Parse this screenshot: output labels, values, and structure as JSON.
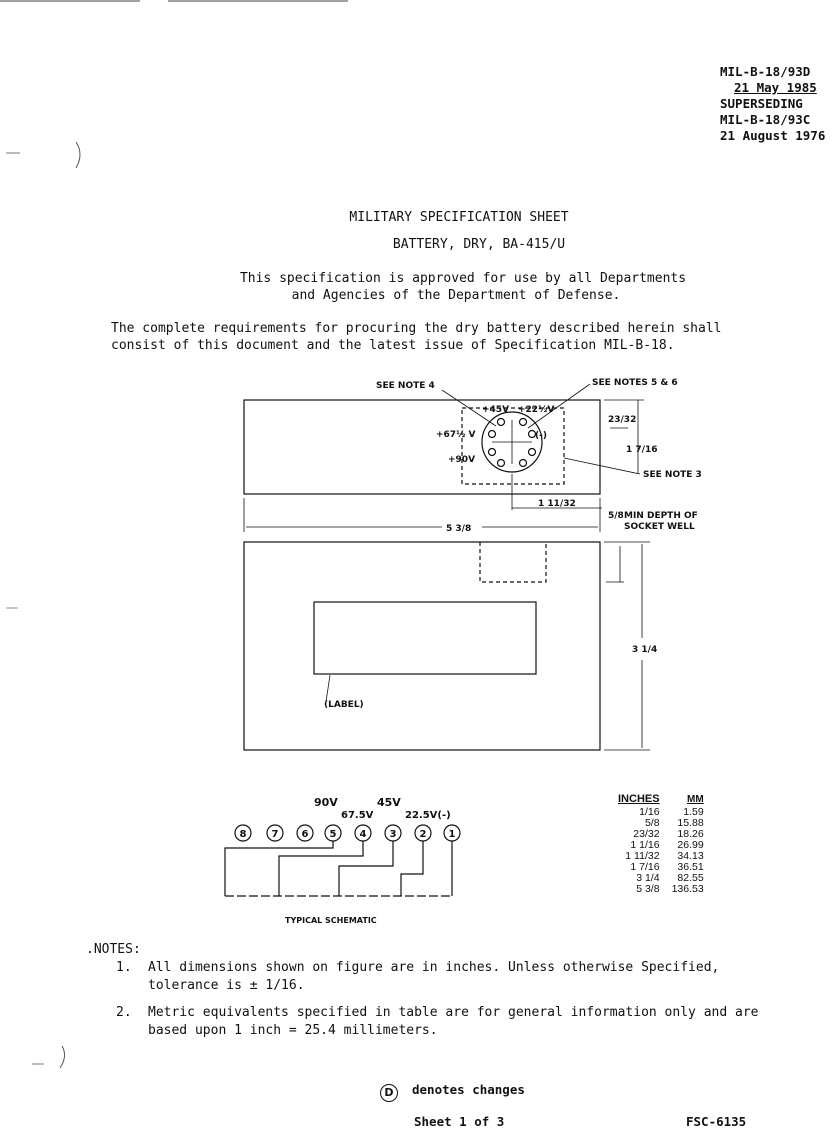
{
  "header": {
    "spec_number": "MIL-B-18/93D",
    "date": "21 May 1985",
    "superseding_label": "SUPERSEDING",
    "superseded_number": "MIL-B-18/93C",
    "superseded_date": "21 August 1976"
  },
  "title": {
    "line1": "MILITARY SPECIFICATION SHEET",
    "line2": "BATTERY, DRY, BA-415/U"
  },
  "approval": {
    "line1": "This specification is approved for use by all Departments",
    "line2": "and Agencies of the Department of Defense."
  },
  "requirements": {
    "line1": "The complete requirements for procuring the dry battery described herein shall",
    "line2": "consist of this document and the latest issue of Specification MIL-B-18."
  },
  "drawing": {
    "see_note_4": "SEE NOTE 4",
    "see_notes_5_6": "SEE NOTES 5 & 6",
    "see_note_3": "SEE NOTE 3",
    "v45": "+45V",
    "v22": "+22½V",
    "vneg": "(-)",
    "v67": "+67½ V",
    "v90": "+90V",
    "dim_23_32": "23/32",
    "dim_1_7_16": "1 7/16",
    "dim_1_11_32": "1 11/32",
    "dim_5_3_8": "5 3/8",
    "dim_5_8": "5/8",
    "min_depth_1": "MIN DEPTH OF",
    "min_depth_2": "SOCKET WELL",
    "dim_3_1_4": "3 1/4",
    "label": "(LABEL)"
  },
  "schematic": {
    "label_90v": "90V",
    "label_45v": "45V",
    "label_67v": "67.5V",
    "label_22v": "22.5V(-)",
    "terminals": [
      "8",
      "7",
      "6",
      "5",
      "4",
      "3",
      "2",
      "1"
    ],
    "caption": "TYPICAL SCHEMATIC"
  },
  "conversion_table": {
    "headers": [
      "INCHES",
      "MM"
    ],
    "rows": [
      [
        "1/16",
        "1.59"
      ],
      [
        "5/8",
        "15.88"
      ],
      [
        "23/32",
        "18.26"
      ],
      [
        "1 1/16",
        "26.99"
      ],
      [
        "1 11/32",
        "34.13"
      ],
      [
        "1 7/16",
        "36.51"
      ],
      [
        "3 1/4",
        "82.55"
      ],
      [
        "5 3/8",
        "136.53"
      ]
    ]
  },
  "notes": {
    "heading": ".NOTES:",
    "items": [
      {
        "num": "1.",
        "line1": "All dimensions shown on figure are in inches.  Unless otherwise Specified,",
        "line2": "tolerance is ± 1/16."
      },
      {
        "num": "2.",
        "line1": "Metric equivalents specified in table are for general information only and are",
        "line2": "based upon 1 inch = 25.4 millimeters."
      }
    ]
  },
  "footer": {
    "changes_symbol": "D",
    "changes_text": "denotes changes",
    "sheet": "Sheet 1 of 3",
    "fsc": "FSC-6135"
  }
}
